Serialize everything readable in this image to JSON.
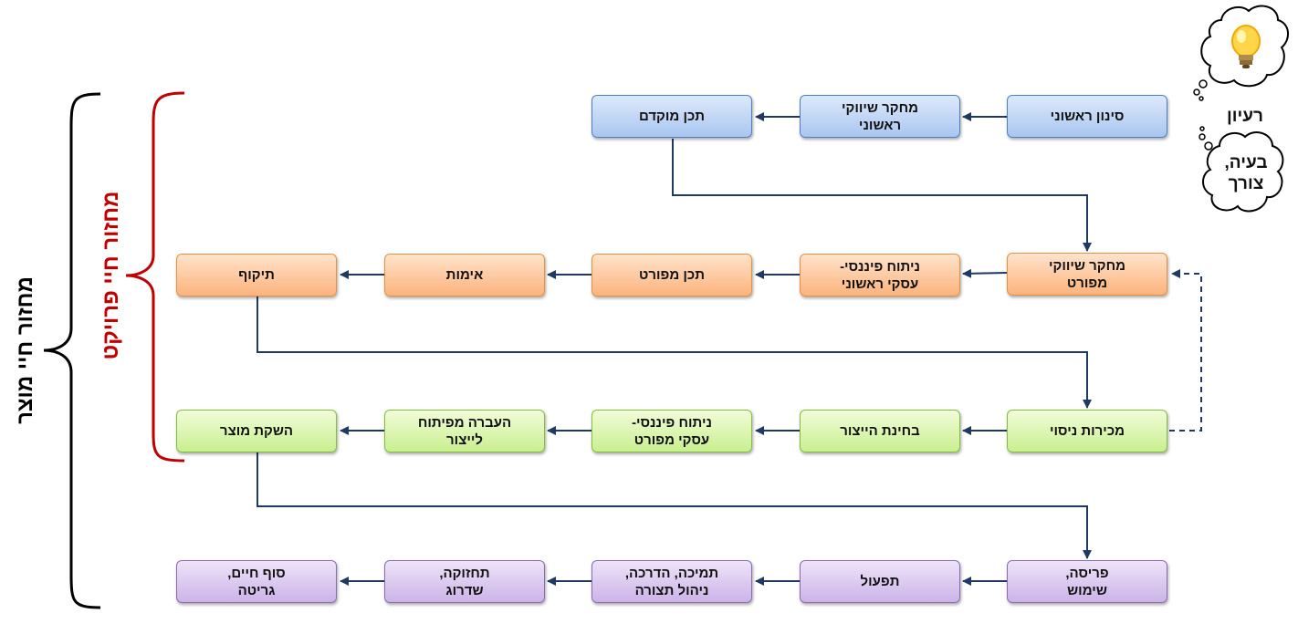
{
  "idea_labels": {
    "idea": "רעיון",
    "need": "בעיה,\nצורך"
  },
  "brackets": {
    "product_lifecycle": "מחזור חיי מוצר",
    "project_lifecycle": "מחזור חיי פרויקט"
  },
  "rows": [
    {
      "color": "blue",
      "boxes": [
        "סינון ראשוני",
        "מחקר שיווקי\nראשוני",
        "תכן מוקדם"
      ]
    },
    {
      "color": "orange",
      "boxes": [
        "מחקר שיווקי\nמפורט",
        "ניתוח פיננסי-\nעסקי ראשוני",
        "תכן מפורט",
        "אימות",
        "תיקוף"
      ]
    },
    {
      "color": "green",
      "boxes": [
        "מכירות ניסוי",
        "בחינת הייצור",
        "ניתוח פיננסי-\nעסקי מפורט",
        "העברה מפיתוח\nלייצור",
        "השקת מוצר"
      ]
    },
    {
      "color": "purple",
      "boxes": [
        "פריסה,\nשימוש",
        "תפעול",
        "תמיכה, הדרכה,\nניהול תצורה",
        "תחזוקה,\nשדרוג",
        "סוף חיים,\nגריטה"
      ]
    }
  ],
  "colors": {
    "arrow": "#1f3864",
    "project_bracket": "#c00000",
    "product_bracket": "#000000"
  }
}
